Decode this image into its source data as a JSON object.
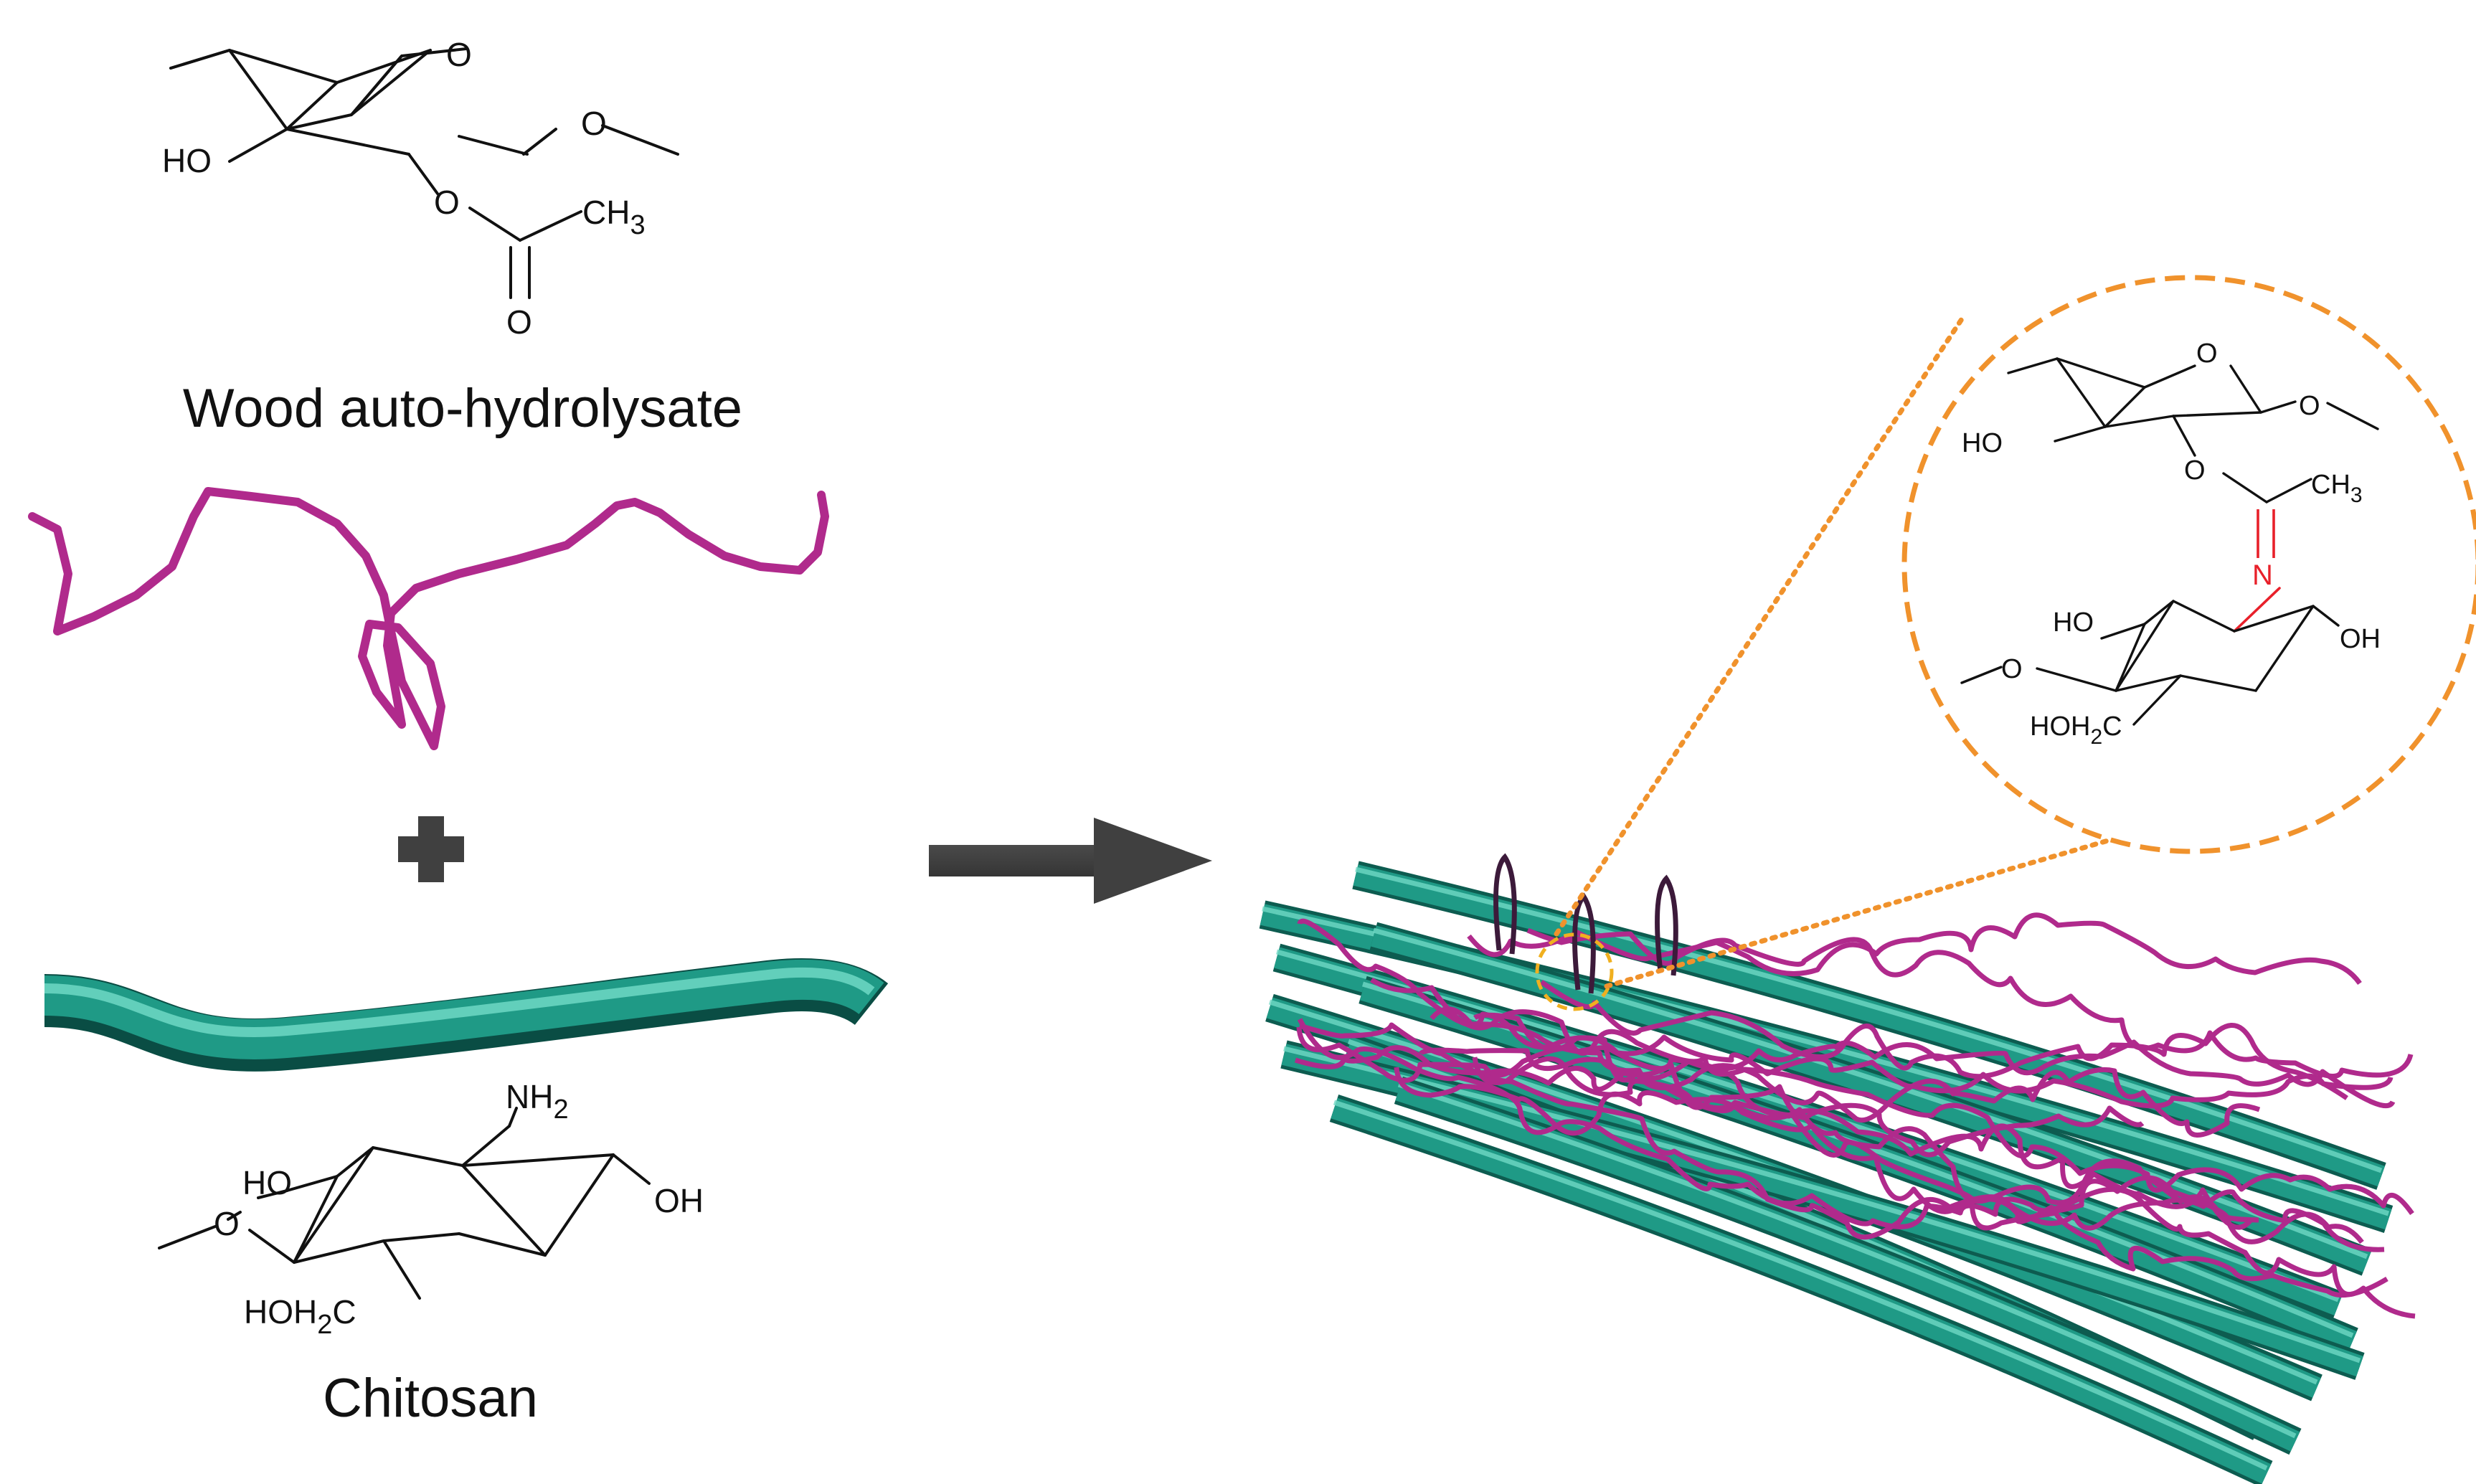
{
  "figure": {
    "hydrolysate_caption": "Wood auto-hydrolysate",
    "chitosan_caption": "Chitosan"
  },
  "hydrolysate_structure": {
    "ring_oxygen": "O",
    "hydroxyl": "HO",
    "linkage_oxygen": "O",
    "ester_oxygen": "O",
    "methyl": "CH",
    "methyl_sub": "3",
    "carbonyl_oxygen": "O"
  },
  "chitosan_structure": {
    "amine": "NH",
    "amine_sub": "2",
    "hydroxyl_left": "HO",
    "hydroxyl_right": "OH",
    "linkage_oxygen": "O",
    "hydroxymethyl": "HOH",
    "hydroxymethyl_sub": "2",
    "hydroxymethyl_end": "C"
  },
  "zoom_structure": {
    "ring_oxygen": "O",
    "hydroxyl": "HO",
    "linkage_oxygen": "O",
    "ester_oxygen": "O",
    "methyl": "CH",
    "methyl_sub": "3",
    "imine_nitrogen": "N",
    "hydroxyl_left": "HO",
    "hydroxyl_right": "OH",
    "chitosan_linkage_oxygen": "O",
    "hydroxymethyl": "HOH",
    "hydroxymethyl_sub": "2",
    "hydroxymethyl_end": "C"
  },
  "colors": {
    "hydrolysate_chain": "#b02a8c",
    "chitosan_tube": "#1f9a86",
    "chitosan_tube_dark": "#0d5c50",
    "imine_bond": "#e8202a",
    "zoom_outline": "#f0922c",
    "arrow": "#404040",
    "plus": "#404040"
  },
  "icons": {
    "plus": "plus-icon",
    "arrow": "right-arrow-icon"
  }
}
